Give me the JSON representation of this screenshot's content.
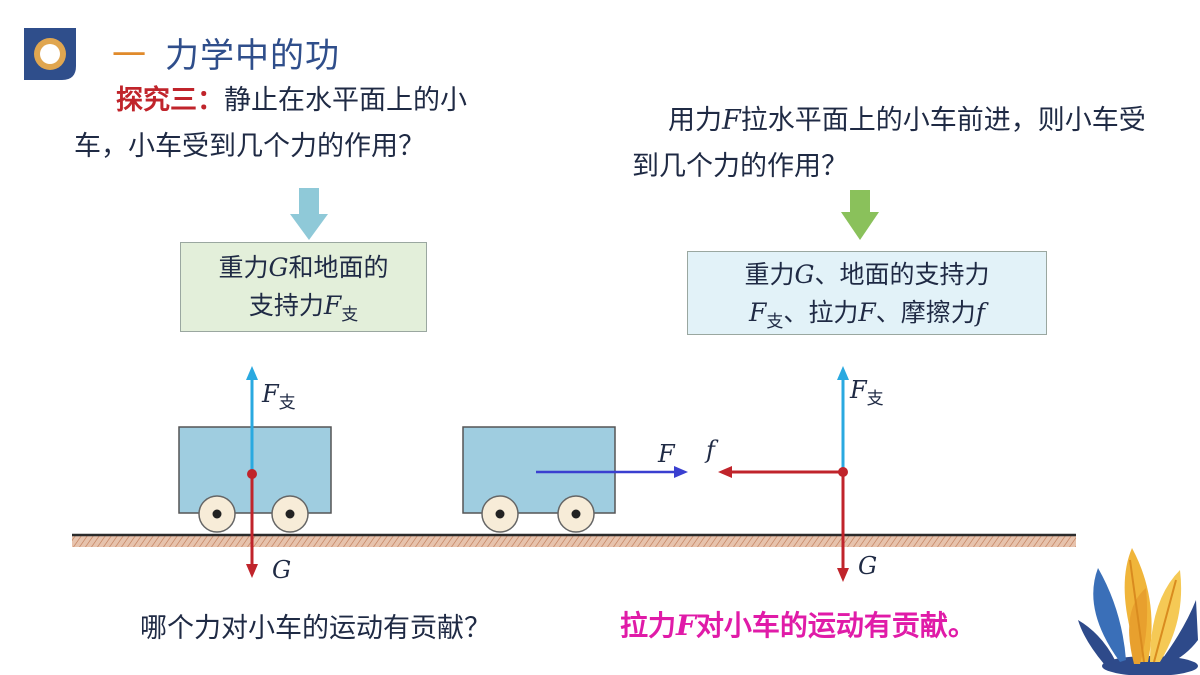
{
  "header": {
    "logo_icon": "ring-logo-icon",
    "dash": "一",
    "title": "力学中的功"
  },
  "left": {
    "label": "探究三：",
    "question": "静止在水平面上的小车，小车受到几个力的作用？",
    "arrow_color": "#8fc9d8",
    "answer_line1_a": "重力",
    "answer_line1_sym": "G",
    "answer_line1_b": "和地面的",
    "answer_line2_a": "支持力",
    "answer_line2_sym": "F",
    "answer_line2_sub": "支"
  },
  "right": {
    "question_a": "用力",
    "question_sym": "F",
    "question_b": "拉水平面上的小车前进，则小车受到几个力的作用？",
    "arrow_color": "#8ac15b",
    "answer_line1_a": "重力",
    "answer_line1_sym": "G",
    "answer_line1_b": "、地面的支持力",
    "answer_line2_sym1": "F",
    "answer_line2_sub": "支",
    "answer_line2_a": "、拉力",
    "answer_line2_sym2": "F",
    "answer_line2_b": "、摩擦力",
    "answer_line2_sym3": "f"
  },
  "labels": {
    "support_sym": "F",
    "support_sub": "支",
    "gravity": "G",
    "pull": "F",
    "friction": "f"
  },
  "colors": {
    "cart_fill": "#9fcde0",
    "support_arrow": "#2aa9e0",
    "gravity_arrow": "#c0242b",
    "pull_arrow": "#3a3fd0",
    "friction_arrow": "#c0242b",
    "ground": "#c98b6a",
    "highlight": "#e01ba8"
  },
  "bottom": {
    "question": "哪个力对小车的运动有贡献？",
    "answer_a": "拉力",
    "answer_sym": "F",
    "answer_b": "对小车的运动有贡献。"
  },
  "decoration": "leaf-plant-icon"
}
